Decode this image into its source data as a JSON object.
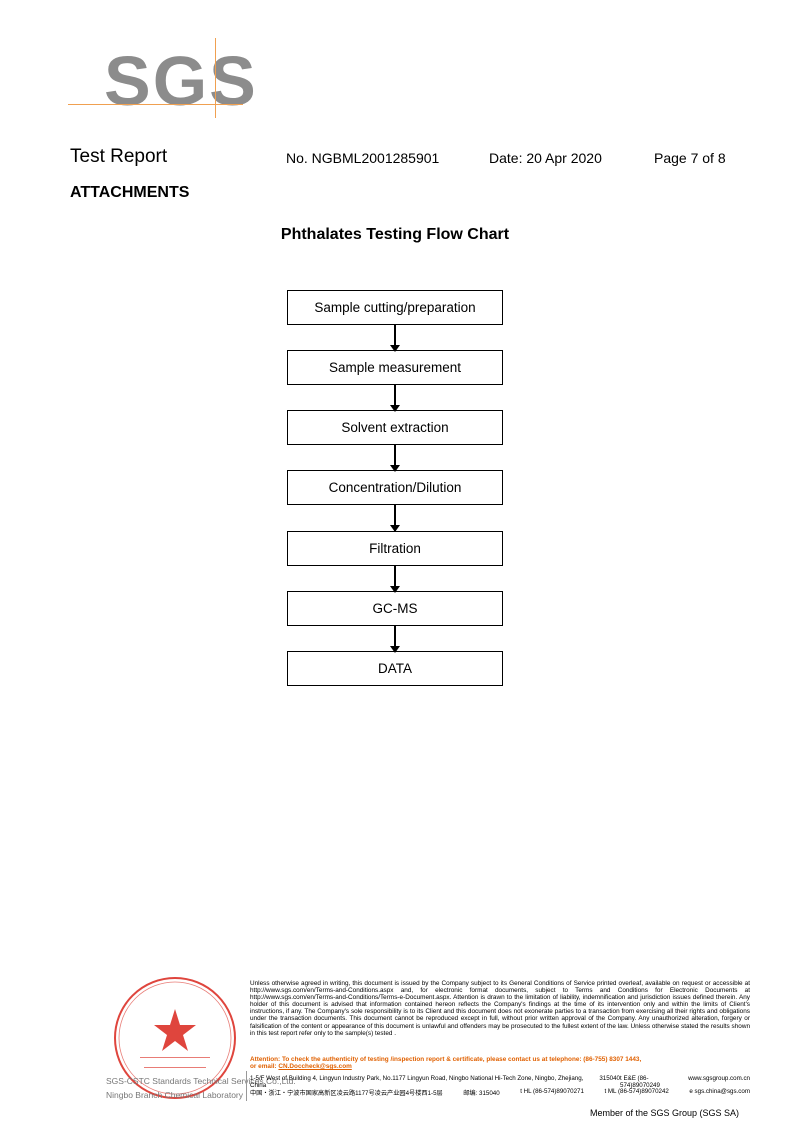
{
  "logo": {
    "text": "SGS"
  },
  "header": {
    "title": "Test Report",
    "number": "No. NGBML2001285901",
    "date": "Date: 20 Apr 2020",
    "page": "Page 7 of 8"
  },
  "section": "ATTACHMENTS",
  "flow_chart": {
    "title": "Phthalates Testing Flow Chart",
    "steps": [
      "Sample cutting/preparation",
      "Sample measurement",
      "Solvent extraction",
      "Concentration/Dilution",
      "Filtration",
      "GC-MS",
      "DATA"
    ]
  },
  "footer": {
    "lab_name_1": "SGS-CSTC Standards Technical Services Co.,Ltd.",
    "lab_name_2": "Ningbo Branch Chemical Laboratory",
    "disclaimer": "Unless otherwise agreed in writing, this document is issued by the Company subject to its General Conditions of Service printed overleaf, available on request or accessible at http://www.sgs.com/en/Terms-and-Conditions.aspx and, for electronic format documents, subject to Terms and Conditions for Electronic Documents at http://www.sgs.com/en/Terms-and-Conditions/Terms-e-Document.aspx. Attention is drawn to the limitation of liability, indemnification and jurisdiction issues defined therein. Any holder of this document is advised that information contained hereon reflects the Company's findings at the time of its intervention only and within the limits of Client's instructions, if any. The Company's sole responsibility is to its Client and this document does not exonerate parties to a transaction from exercising all their rights and obligations under the transaction documents. This document cannot be reproduced except in full, without prior written approval of the Company. Any unauthorized alteration, forgery or falsification of the content or appearance of this document is unlawful and offenders may be prosecuted to the fullest extent of the law. Unless otherwise stated the results shown in this test report refer only to the sample(s) tested .",
    "attention": "Attention: To check the authenticity of testing /inspection report & certificate, please contact us at telephone: (86-755) 8307 1443,",
    "attention_email_prefix": "or email: ",
    "attention_email": "CN.Doccheck@sgs.com",
    "address_en": "1-5/F West of Building 4, Lingyun Industry Park, No.1177 Lingyun Road, Ningbo National Hi-Tech Zone, Ningbo, Zhejiang, China",
    "zip_en": "315040",
    "tel_en": "t E&E (86-574)89070249",
    "web": "www.sgsgroup.com.cn",
    "address_cn": "中国・浙江・宁波市国家高新区凌云路1177号凌云产业园4号楼西1-5层",
    "zip_cn": "邮编: 315040",
    "tel_hl": "t HL (86-574)89070271",
    "tel_ml": "t ML (86-574)89070242",
    "email": "e sgs.china@sgs.com",
    "member": "Member of the SGS Group (SGS SA)"
  },
  "colors": {
    "logo_gray": "#8c8c8c",
    "accent_orange": "#e06000",
    "seal_red": "#d9241b"
  }
}
